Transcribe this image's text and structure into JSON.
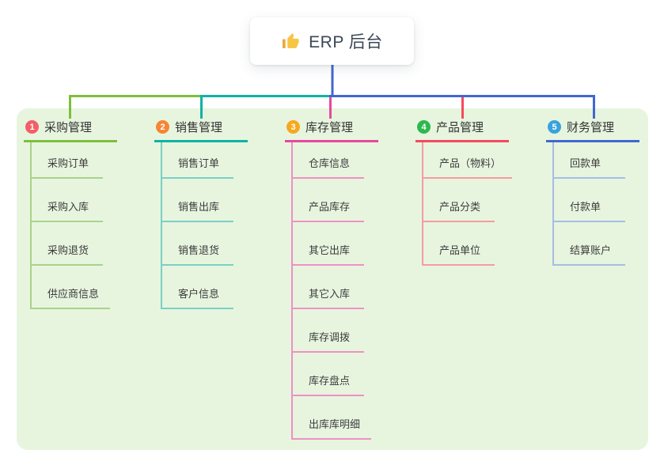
{
  "root": {
    "label": "ERP 后台",
    "icon": "thumbs-up-icon",
    "icon_color": "#f6c544",
    "line_color": "#4366cf"
  },
  "canvas": {
    "background": "#ffffff",
    "panel_color": "#e7f5df"
  },
  "branches": [
    {
      "badge": "1",
      "label": "采购管理",
      "color": "#7dbf3c",
      "child_color": "#abd289",
      "badge_color": "#f25f68",
      "children": [
        "采购订单",
        "采购入库",
        "采购退货",
        "供应商信息"
      ]
    },
    {
      "badge": "2",
      "label": "销售管理",
      "color": "#0fb3a4",
      "child_color": "#79d0c5",
      "badge_color": "#f58634",
      "children": [
        "销售订单",
        "销售出库",
        "销售退货",
        "客户信息"
      ]
    },
    {
      "badge": "3",
      "label": "库存管理",
      "color": "#e8489c",
      "child_color": "#f090c4",
      "badge_color": "#f7a81f",
      "children": [
        "仓库信息",
        "产品库存",
        "其它出库",
        "其它入库",
        "库存调拨",
        "库存盘点",
        "出库库明细"
      ]
    },
    {
      "badge": "4",
      "label": "产品管理",
      "color": "#f54a5e",
      "child_color": "#f79ba1",
      "badge_color": "#2db84e",
      "children": [
        "产品（物料）",
        "产品分类",
        "产品单位"
      ]
    },
    {
      "badge": "5",
      "label": "财务管理",
      "color": "#4167cf",
      "child_color": "#a7bce4",
      "badge_color": "#38a3dd",
      "children": [
        "回款单",
        "付款单",
        "结算账户"
      ]
    }
  ]
}
